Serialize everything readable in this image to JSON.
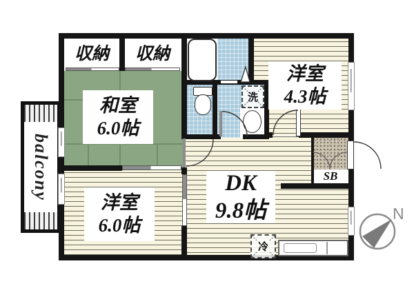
{
  "plan_title": "apartment-floor-plan",
  "rooms": {
    "washitsu": {
      "name": "和室",
      "size": "6.0帖"
    },
    "western_6": {
      "name": "洋室",
      "size": "6.0帖"
    },
    "western_43": {
      "name": "洋室",
      "size": "4.3帖"
    },
    "dining_kitchen": {
      "name": "DK",
      "size": "9.8帖"
    }
  },
  "closets": [
    "収納",
    "収納"
  ],
  "fixtures": {
    "washing_machine": "洗",
    "refrigerator": "冷",
    "shoe_box": "SB",
    "balcony": "balcony"
  },
  "compass": {
    "label": "N"
  },
  "icons": {
    "compass": "compass-rose-icon",
    "door_swing": "door-swing-arc",
    "bathtub": "bathtub-symbol",
    "toilet": "toilet-symbol",
    "sink": "washbasin-symbol",
    "kitchen_sink": "kitchen-counter-sink"
  },
  "colors": {
    "tatami_green": "#8ba682",
    "flooring_cream": "#f8f4df",
    "floor_line": "#6a6a5c",
    "tile_blue": "#a9cbdd",
    "genkan_beige": "#cdc3b2",
    "wall_black": "#151515",
    "compass_gray": "#8a8a8a"
  }
}
